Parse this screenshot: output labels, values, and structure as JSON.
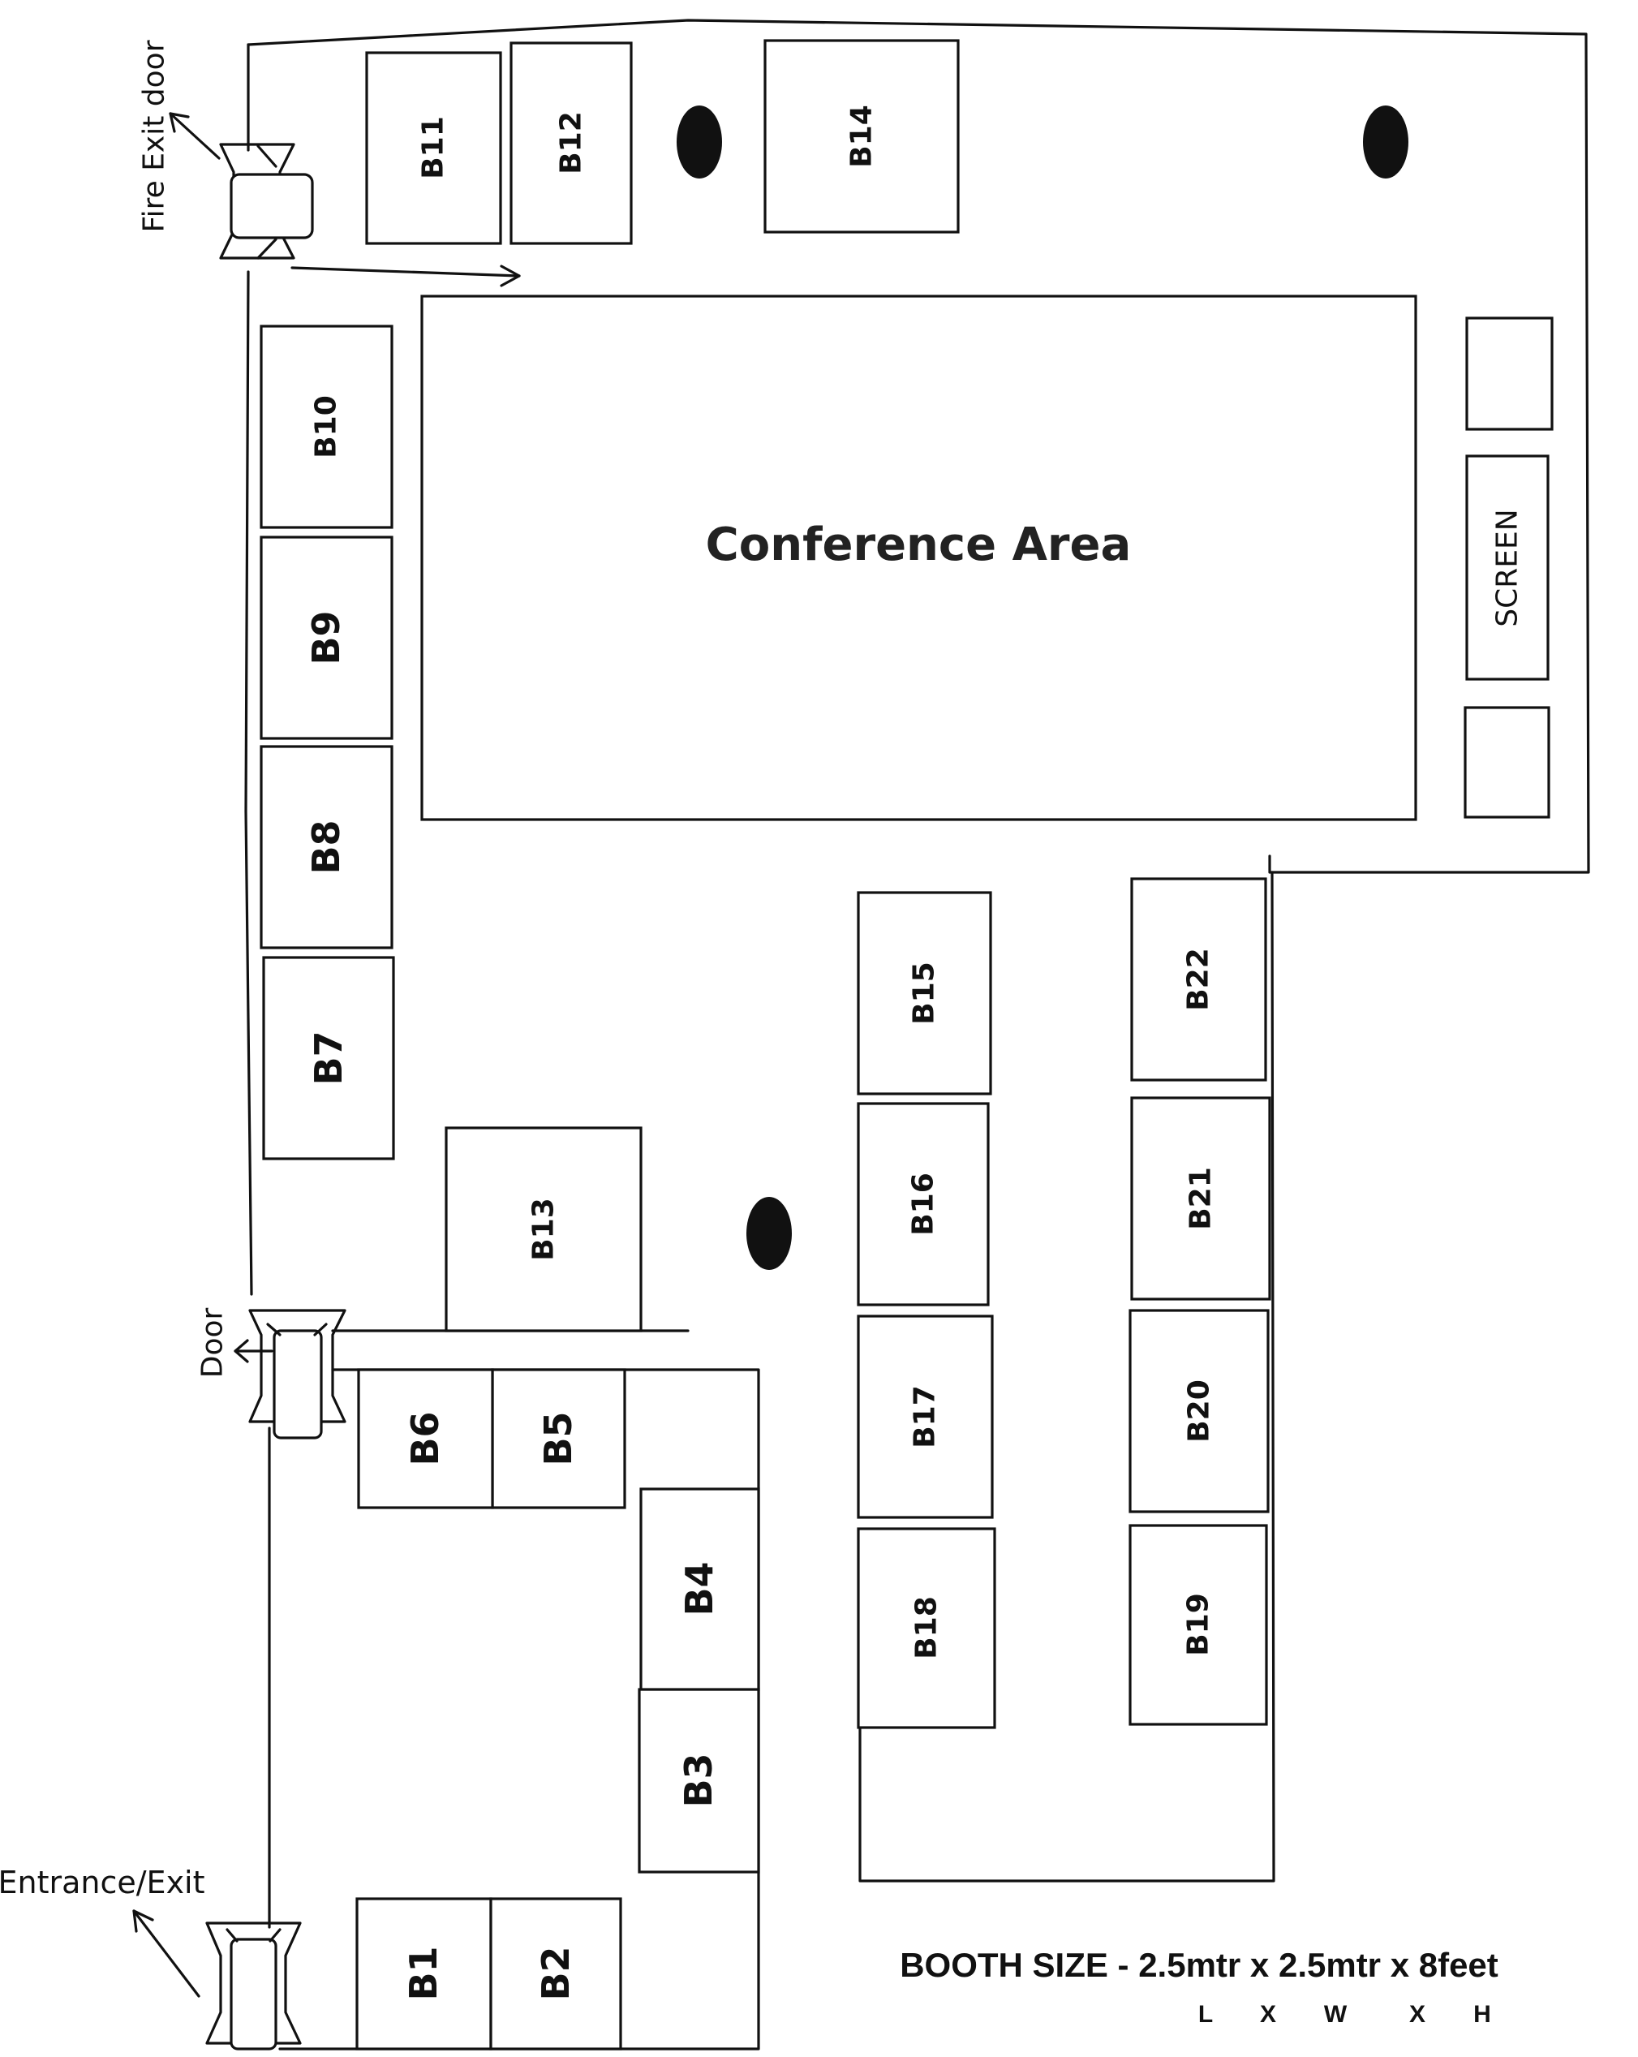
{
  "booths": [
    {
      "id": "B1",
      "label": "B1",
      "large": true
    },
    {
      "id": "B2",
      "label": "B2",
      "large": true
    },
    {
      "id": "B3",
      "label": "B3",
      "large": true
    },
    {
      "id": "B4",
      "label": "B4",
      "large": true
    },
    {
      "id": "B5",
      "label": "B5",
      "large": true
    },
    {
      "id": "B6",
      "label": "B6",
      "large": true
    },
    {
      "id": "B7",
      "label": "B7",
      "large": true
    },
    {
      "id": "B8",
      "label": "B8",
      "large": true
    },
    {
      "id": "B9",
      "label": "B9",
      "large": true
    },
    {
      "id": "B10",
      "label": "B10",
      "large": false
    },
    {
      "id": "B11",
      "label": "B11",
      "large": false
    },
    {
      "id": "B12",
      "label": "B12",
      "large": false
    },
    {
      "id": "B13",
      "label": "B13",
      "large": false
    },
    {
      "id": "B14",
      "label": "B14",
      "large": false
    },
    {
      "id": "B15",
      "label": "B15",
      "large": false
    },
    {
      "id": "B16",
      "label": "B16",
      "large": false
    },
    {
      "id": "B17",
      "label": "B17",
      "large": false
    },
    {
      "id": "B18",
      "label": "B18",
      "large": false
    },
    {
      "id": "B19",
      "label": "B19",
      "large": false
    },
    {
      "id": "B20",
      "label": "B20",
      "large": false
    },
    {
      "id": "B21",
      "label": "B21",
      "large": false
    },
    {
      "id": "B22",
      "label": "B22",
      "large": false
    }
  ],
  "labels": {
    "conference_area": "Conference Area",
    "screen": "SCREEN",
    "fire_exit": "Fire Exit door",
    "door": "Door",
    "entrance_exit": "Entrance/Exit"
  },
  "booth_size": {
    "text": "BOOTH SIZE - 2.5mtr x 2.5mtr x 8feet",
    "dims": [
      "L",
      "X",
      "W",
      "X",
      "H"
    ]
  },
  "colors": {
    "line": "#111111",
    "background": "#ffffff"
  }
}
